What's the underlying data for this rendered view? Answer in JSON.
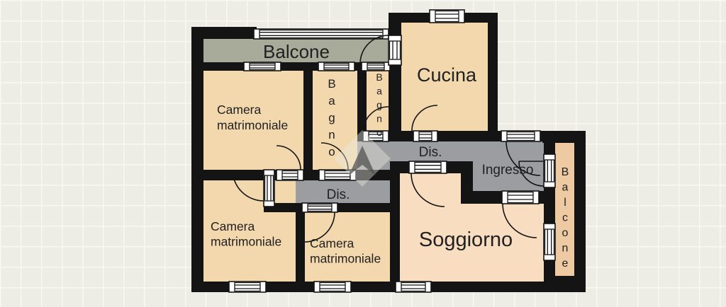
{
  "floorplan": {
    "rooms": {
      "balcone_top": "Balcone",
      "cucina": "Cucina",
      "camera1_lines": [
        "Camera",
        "matrimoniale"
      ],
      "camera2_lines": [
        "Camera",
        "matrimoniale"
      ],
      "camera3_lines": [
        "Camera",
        "matrimoniale"
      ],
      "bagno1": "Bagno",
      "bagno2": "Bagno",
      "dis_upper": "Dis.",
      "dis_lower": "Dis.",
      "ingresso": "Ingresso",
      "soggiorno": "Soggiorno",
      "balcone_right": "Balcone"
    },
    "colors": {
      "wall": "#141414",
      "room_beige": "#f3d8ae",
      "room_soggiorno": "#f9ddc1",
      "balcone_top": "#a8ab9a",
      "balcone_right": "#edcaa2",
      "corridor": "#9b9da0",
      "background": "#eeede5",
      "grid_line": "#f8f7f1",
      "window_fill": "#ffffff",
      "text": "#212121"
    }
  }
}
